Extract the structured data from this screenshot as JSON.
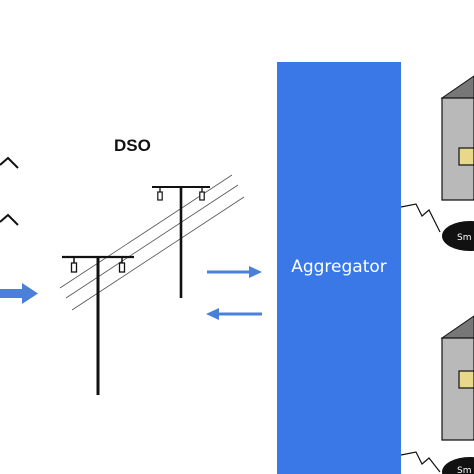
{
  "diagram": {
    "dso_label": "DSO",
    "aggregator_label": "Aggregator",
    "meter_label": "Sm",
    "colors": {
      "aggregator_fill": "#3a78e8",
      "arrow": "#4a80d8",
      "house_front": "#b9b9b9",
      "house_side": "#8f8f8f",
      "window": "#e8d98a",
      "meter_fill": "#111111",
      "line": "#111111"
    }
  }
}
